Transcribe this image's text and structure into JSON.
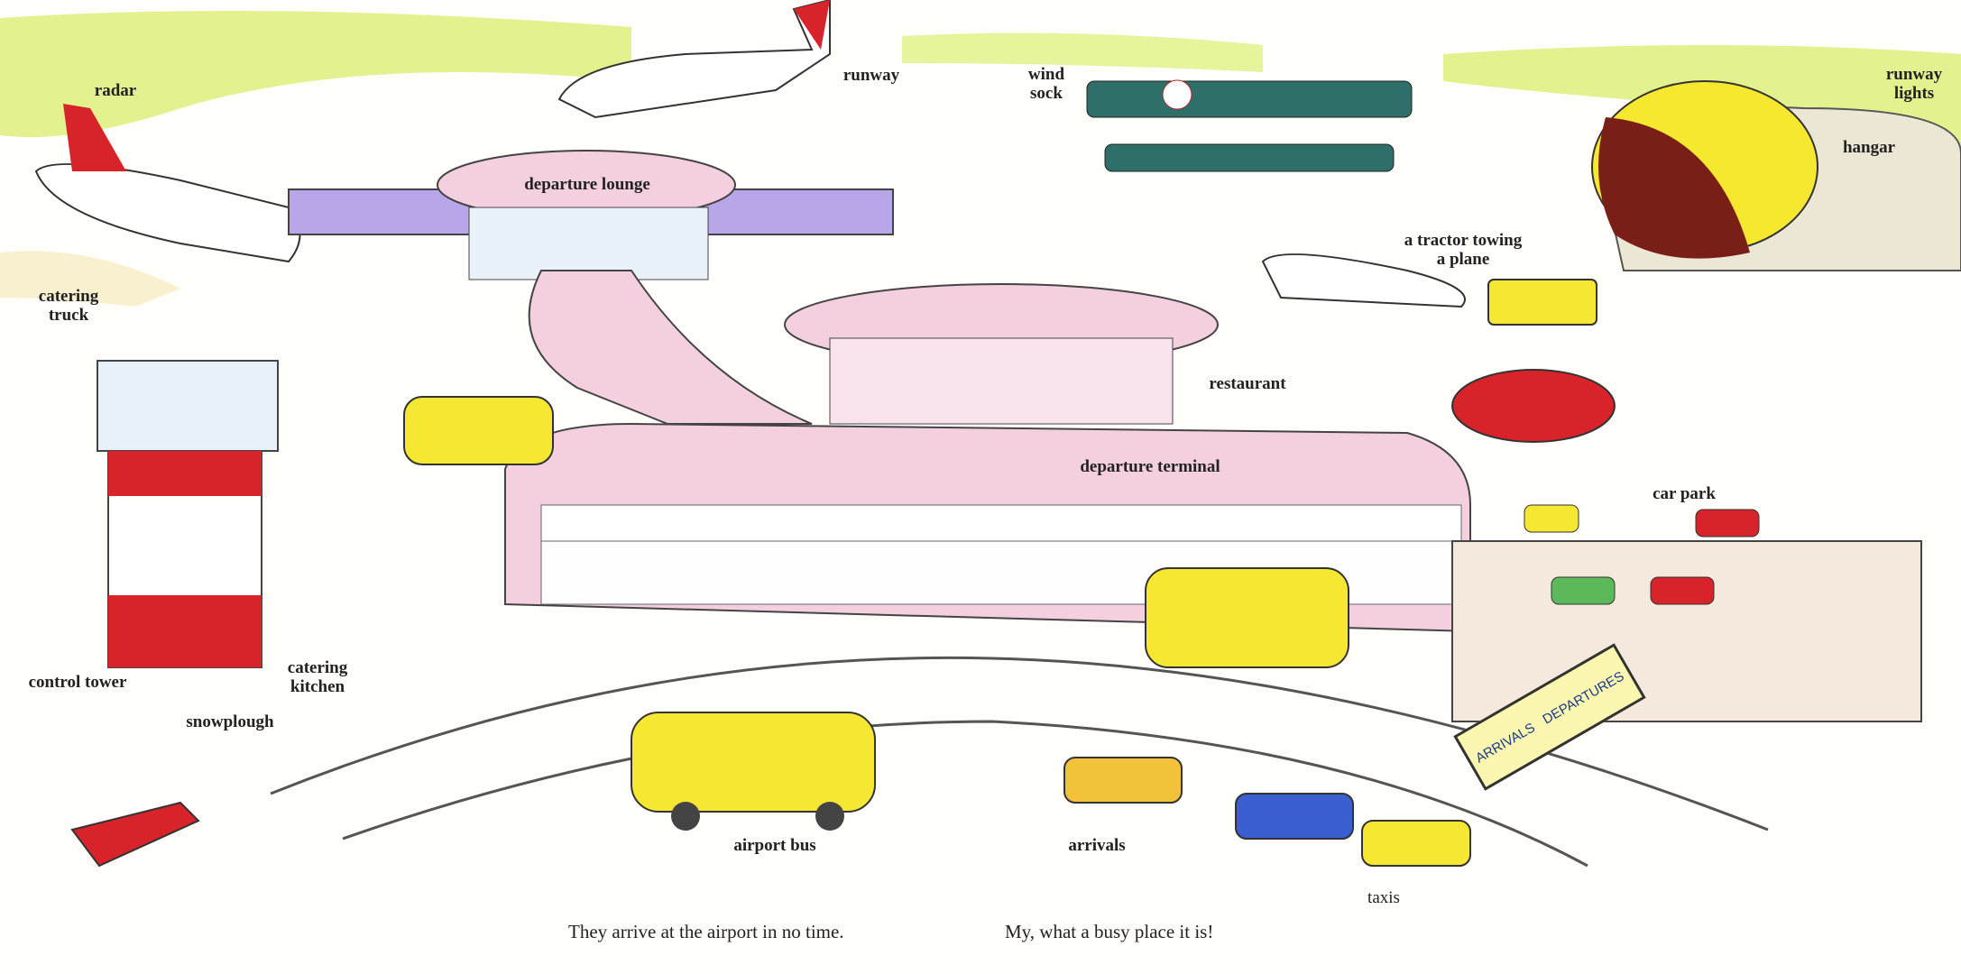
{
  "labels": {
    "radar": "radar",
    "runway": "runway",
    "wind_sock": [
      "wind",
      "sock"
    ],
    "runway_lights": [
      "runway",
      "lights"
    ],
    "hangar": "hangar",
    "departure_lounge": "departure lounge",
    "tractor": [
      "a tractor towing",
      "a plane"
    ],
    "catering_truck": [
      "catering",
      "truck"
    ],
    "restaurant": "restaurant",
    "departure_terminal": "departure terminal",
    "car_park": "car park",
    "control_tower": "control tower",
    "catering_kitchen": [
      "catering",
      "kitchen"
    ],
    "snowplough": "snowplough",
    "airport_bus": "airport bus",
    "arrivals": "arrivals",
    "taxis": "taxis"
  },
  "sign": {
    "arrivals": "ARRIVALS",
    "departures": "DEPARTURES"
  },
  "captions": {
    "left": "They arrive at the airport in no time.",
    "right": "My, what a busy place it is!"
  },
  "colors": {
    "grass": "#d9ec6a",
    "terminal": "#f3cfe0",
    "bus": "#f6e832",
    "tower": "#d8232a",
    "sky": "#cfe8f6"
  }
}
